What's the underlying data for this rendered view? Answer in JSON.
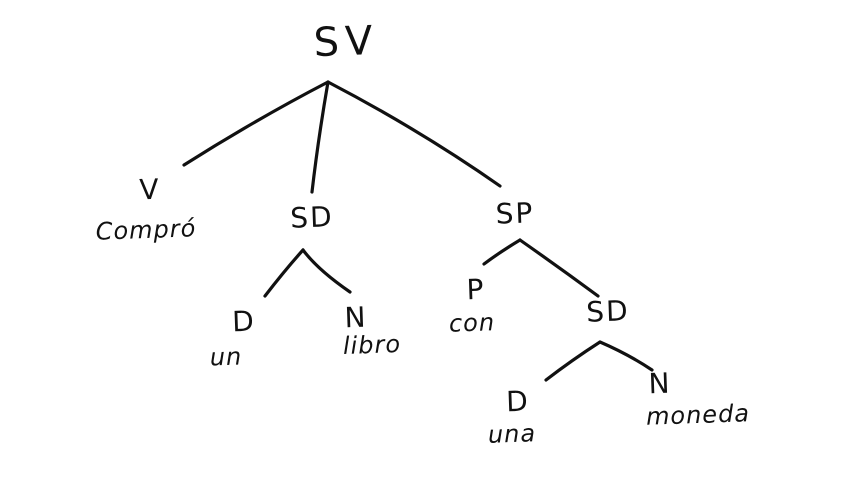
{
  "tree": {
    "root": {
      "cat": "SV"
    },
    "children": [
      {
        "cat": "V",
        "word": "Compró"
      },
      {
        "cat": "SD",
        "children": [
          {
            "cat": "D",
            "word": "un"
          },
          {
            "cat": "N",
            "word": "libro"
          }
        ]
      },
      {
        "cat": "SP",
        "children": [
          {
            "cat": "P",
            "word": "con"
          },
          {
            "cat": "SD",
            "children": [
              {
                "cat": "D",
                "word": "una"
              },
              {
                "cat": "N",
                "word": "moneda"
              }
            ]
          }
        ]
      }
    ]
  },
  "colors": {
    "ink": "#111111",
    "background": "#ffffff"
  }
}
